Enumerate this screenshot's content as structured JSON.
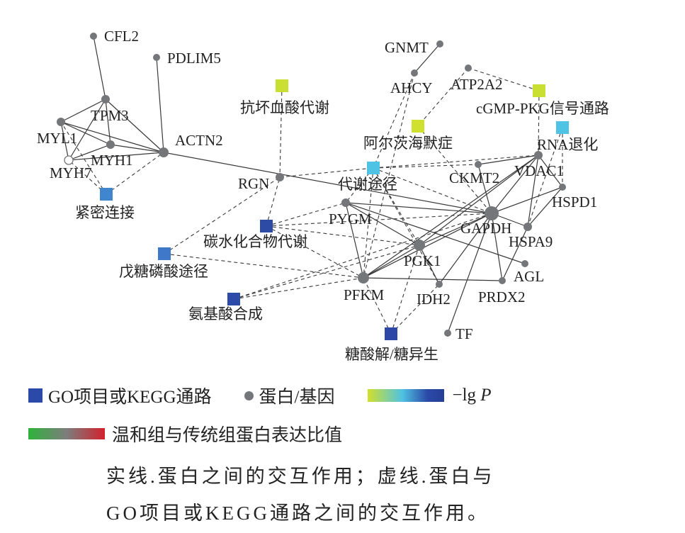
{
  "colors": {
    "protein": "#75767a",
    "edge": "#3a3a3a",
    "go_darkblue": "#2b49a8",
    "go_blue": "#3f78c8",
    "go_cyan": "#4fc3e3",
    "go_yellowgreen": "#c9e033",
    "p_gradient": [
      "#d2e02c",
      "#4fc3e3",
      "#2b4aa8",
      "#243f96"
    ],
    "ratio_gradient": [
      "#2fb23a",
      "#7d7d7d",
      "#d2212d"
    ]
  },
  "nodes": [
    {
      "id": "CFL2",
      "label": "CFL2",
      "kind": "protein"
    },
    {
      "id": "PDLIM5",
      "label": "PDLIM5",
      "kind": "protein"
    },
    {
      "id": "TPM3",
      "label": "TPM3",
      "kind": "protein"
    },
    {
      "id": "MYL1",
      "label": "MYL1",
      "kind": "protein"
    },
    {
      "id": "MYH1",
      "label": "MYH1",
      "kind": "protein"
    },
    {
      "id": "MYH7",
      "label": "MYH7",
      "kind": "protein"
    },
    {
      "id": "ACTN2",
      "label": "ACTN2",
      "kind": "protein"
    },
    {
      "id": "GNMT",
      "label": "GNMT",
      "kind": "protein"
    },
    {
      "id": "AHCY",
      "label": "AHCY",
      "kind": "protein"
    },
    {
      "id": "ATP2A2",
      "label": "ATP2A2",
      "kind": "protein"
    },
    {
      "id": "RGN",
      "label": "RGN",
      "kind": "protein"
    },
    {
      "id": "CKMT2",
      "label": "CKMT2",
      "kind": "protein"
    },
    {
      "id": "VDAC1",
      "label": "VDAC1",
      "kind": "protein"
    },
    {
      "id": "HSPD1",
      "label": "HSPD1",
      "kind": "protein"
    },
    {
      "id": "PYGM",
      "label": "PYGM",
      "kind": "protein"
    },
    {
      "id": "GAPDH",
      "label": "GAPDH",
      "kind": "protein"
    },
    {
      "id": "HSPA9",
      "label": "HSPA9",
      "kind": "protein"
    },
    {
      "id": "PGK1",
      "label": "PGK1",
      "kind": "protein"
    },
    {
      "id": "AGL",
      "label": "AGL",
      "kind": "protein"
    },
    {
      "id": "PFKM",
      "label": "PFKM",
      "kind": "protein"
    },
    {
      "id": "IDH2",
      "label": "IDH2",
      "kind": "protein"
    },
    {
      "id": "PRDX2",
      "label": "PRDX2",
      "kind": "protein"
    },
    {
      "id": "TF",
      "label": "TF",
      "kind": "protein"
    },
    {
      "id": "ascorbate",
      "label": "抗坏血酸代谢",
      "kind": "term",
      "color": "#c9e033"
    },
    {
      "id": "cgmp",
      "label": "cGMP-PKG信号通路",
      "kind": "term",
      "color": "#c9e033"
    },
    {
      "id": "alzheimer",
      "label": "阿尔茨海默症",
      "kind": "term",
      "color": "#d0e02e"
    },
    {
      "id": "rna",
      "label": "RNA退化",
      "kind": "term",
      "color": "#4fc3e3"
    },
    {
      "id": "metabolic",
      "label": "代谢途径",
      "kind": "term",
      "color": "#4fc3e3"
    },
    {
      "id": "tight",
      "label": "紧密连接",
      "kind": "term",
      "color": "#3f86cf"
    },
    {
      "id": "carb",
      "label": "碳水化合物代谢",
      "kind": "term",
      "color": "#2d4ba5"
    },
    {
      "id": "pentose",
      "label": "戊糖磷酸途径",
      "kind": "term",
      "color": "#3f78c8"
    },
    {
      "id": "amino",
      "label": "氨基酸合成",
      "kind": "term",
      "color": "#2c4ba8"
    },
    {
      "id": "glycolysis",
      "label": "糖酸解/糖异生",
      "kind": "term",
      "color": "#2d47a6"
    }
  ],
  "edges": [
    [
      "CFL2",
      "TPM3"
    ],
    [
      "TPM3",
      "MYL1"
    ],
    [
      "TPM3",
      "MYH1"
    ],
    [
      "TPM3",
      "MYH7"
    ],
    [
      "TPM3",
      "ACTN2"
    ],
    [
      "MYL1",
      "MYH1"
    ],
    [
      "MYL1",
      "MYH7"
    ],
    [
      "MYL1",
      "ACTN2"
    ],
    [
      "MYH1",
      "MYH7"
    ],
    [
      "MYH1",
      "ACTN2"
    ],
    [
      "MYH7",
      "ACTN2"
    ],
    [
      "PDLIM5",
      "ACTN2"
    ],
    [
      "ACTN2",
      "GAPDH"
    ],
    [
      "GNMT",
      "AHCY"
    ],
    [
      "PYGM",
      "GAPDH"
    ],
    [
      "PYGM",
      "PGK1"
    ],
    [
      "PYGM",
      "PFKM"
    ],
    [
      "PYGM",
      "AGL"
    ],
    [
      "GAPDH",
      "PGK1"
    ],
    [
      "GAPDH",
      "PFKM"
    ],
    [
      "GAPDH",
      "HSPA9"
    ],
    [
      "GAPDH",
      "VDAC1"
    ],
    [
      "GAPDH",
      "HSPD1"
    ],
    [
      "GAPDH",
      "PRDX2"
    ],
    [
      "GAPDH",
      "TF"
    ],
    [
      "GAPDH",
      "CKMT2"
    ],
    [
      "GAPDH",
      "IDH2"
    ],
    [
      "PGK1",
      "PFKM"
    ],
    [
      "PGK1",
      "IDH2"
    ],
    [
      "PGK1",
      "VDAC1"
    ],
    [
      "PFKM",
      "PRDX2"
    ],
    [
      "PFKM",
      "VDAC1"
    ],
    [
      "HSPA9",
      "VDAC1"
    ],
    [
      "HSPA9",
      "HSPD1"
    ],
    [
      "HSPA9",
      "PRDX2"
    ],
    [
      "VDAC1",
      "HSPD1"
    ],
    [
      "VDAC1",
      "CKMT2"
    ]
  ],
  "dashed_edges": [
    [
      "ascorbate",
      "RGN"
    ],
    [
      "RGN",
      "metabolic"
    ],
    [
      "AHCY",
      "metabolic"
    ],
    [
      "AHCY",
      "PFKM"
    ],
    [
      "ATP2A2",
      "alzheimer"
    ],
    [
      "ATP2A2",
      "cgmp"
    ],
    [
      "alzheimer",
      "GAPDH"
    ],
    [
      "cgmp",
      "VDAC1"
    ],
    [
      "rna",
      "HSPD1"
    ],
    [
      "rna",
      "HSPA9"
    ],
    [
      "metabolic",
      "CKMT2"
    ],
    [
      "metabolic",
      "PYGM"
    ],
    [
      "metabolic",
      "GAPDH"
    ],
    [
      "metabolic",
      "PGK1"
    ],
    [
      "metabolic",
      "PFKM"
    ],
    [
      "metabolic",
      "IDH2"
    ],
    [
      "metabolic",
      "VDAC1"
    ],
    [
      "tight",
      "MYH7"
    ],
    [
      "tight",
      "MYL1"
    ],
    [
      "tight",
      "ACTN2"
    ],
    [
      "carb",
      "RGN"
    ],
    [
      "carb",
      "PYGM"
    ],
    [
      "carb",
      "GAPDH"
    ],
    [
      "carb",
      "PGK1"
    ],
    [
      "carb",
      "PFKM"
    ],
    [
      "pentose",
      "RGN"
    ],
    [
      "pentose",
      "PFKM"
    ],
    [
      "amino",
      "GAPDH"
    ],
    [
      "amino",
      "PGK1"
    ],
    [
      "amino",
      "PFKM"
    ],
    [
      "glycolysis",
      "PGK1"
    ],
    [
      "glycolysis",
      "PFKM"
    ],
    [
      "glycolysis",
      "IDH2"
    ]
  ],
  "legend": {
    "term_label": "GO项目或KEGG通路",
    "protein_label": "蛋白/基因",
    "p_prefix": "−lg ",
    "p_var": "P",
    "ratio_label": "温和组与传统组蛋白表达比值"
  },
  "caption": {
    "line1": "实线.蛋白之间的交互作用；虚线.蛋白与",
    "line2": "GO项目或KEGG通路之间的交互作用。"
  }
}
